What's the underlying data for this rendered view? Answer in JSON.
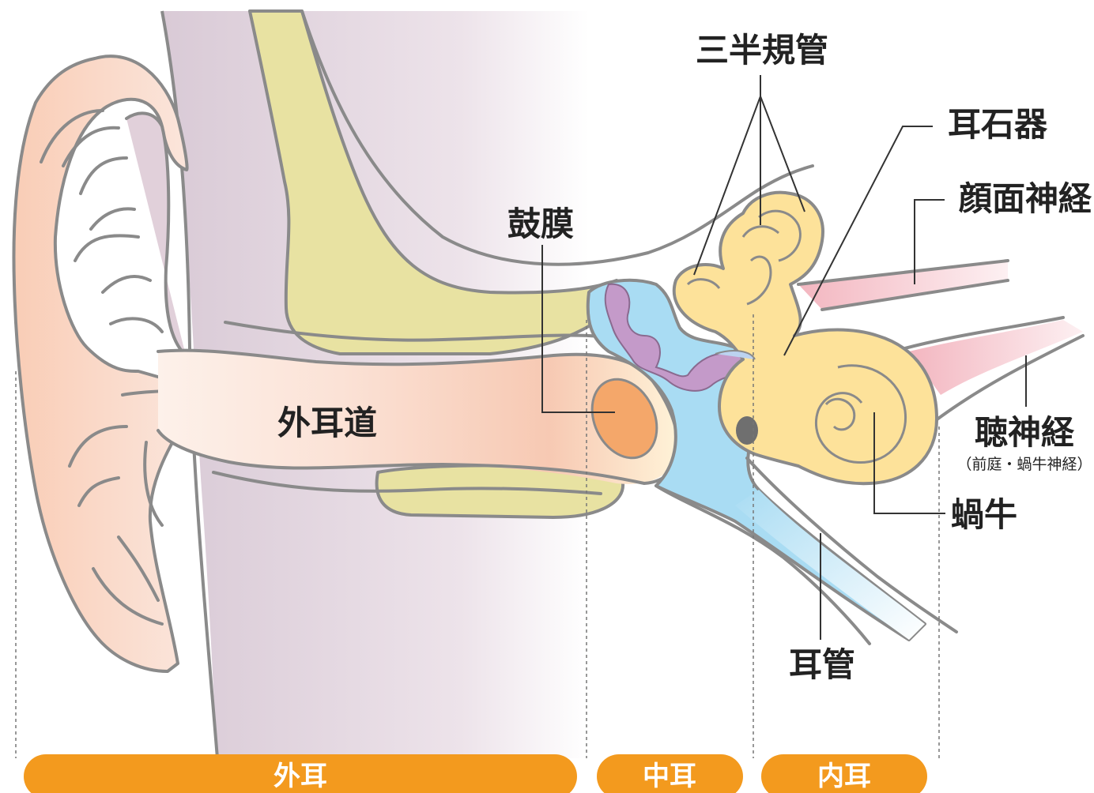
{
  "labels": {
    "semicircular_canals": "三半規管",
    "otolith": "耳石器",
    "facial_nerve": "顔面神経",
    "eardrum": "鼓膜",
    "ear_canal": "外耳道",
    "auditory_nerve": "聴神経",
    "auditory_nerve_note": "（前庭・蝸牛神経）",
    "cochlea": "蝸牛",
    "eustachian_tube": "耳管"
  },
  "sections": {
    "outer_ear": "外耳",
    "middle_ear": "中耳",
    "inner_ear": "内耳"
  },
  "colors": {
    "section_pill": "#f39a1e",
    "skin": "#f7d2c2",
    "bone_yellow": "#e6e09a",
    "middle_ear_blue": "#a9dcf3",
    "inner_ear_yellow": "#fde29a",
    "ossicles_purple": "#c49ac9",
    "eardrum_orange": "#f4a76a",
    "nerve_pink": "#f6c6cc",
    "background_mauve": "#e6d8e1"
  }
}
